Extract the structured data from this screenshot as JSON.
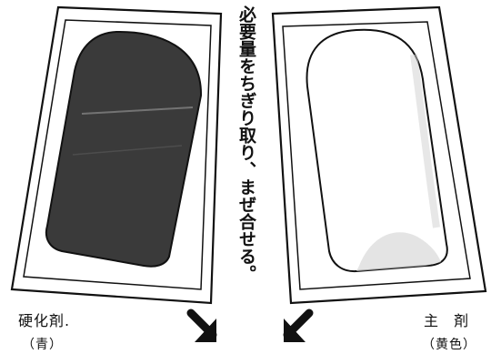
{
  "instruction_text": "必要量をちぎり取り、まぜ合せる。",
  "hardener": {
    "label": "硬化剤.",
    "color": "（青）"
  },
  "base": {
    "label": "主 剤",
    "color": "（黄色）"
  },
  "icons": {
    "left_arrow": "arrow-down-right-icon",
    "right_arrow": "arrow-down-left-icon"
  },
  "colors": {
    "hardener_fill": "#3a3a3a",
    "base_fill": "#ffffff",
    "outline": "#111111"
  }
}
